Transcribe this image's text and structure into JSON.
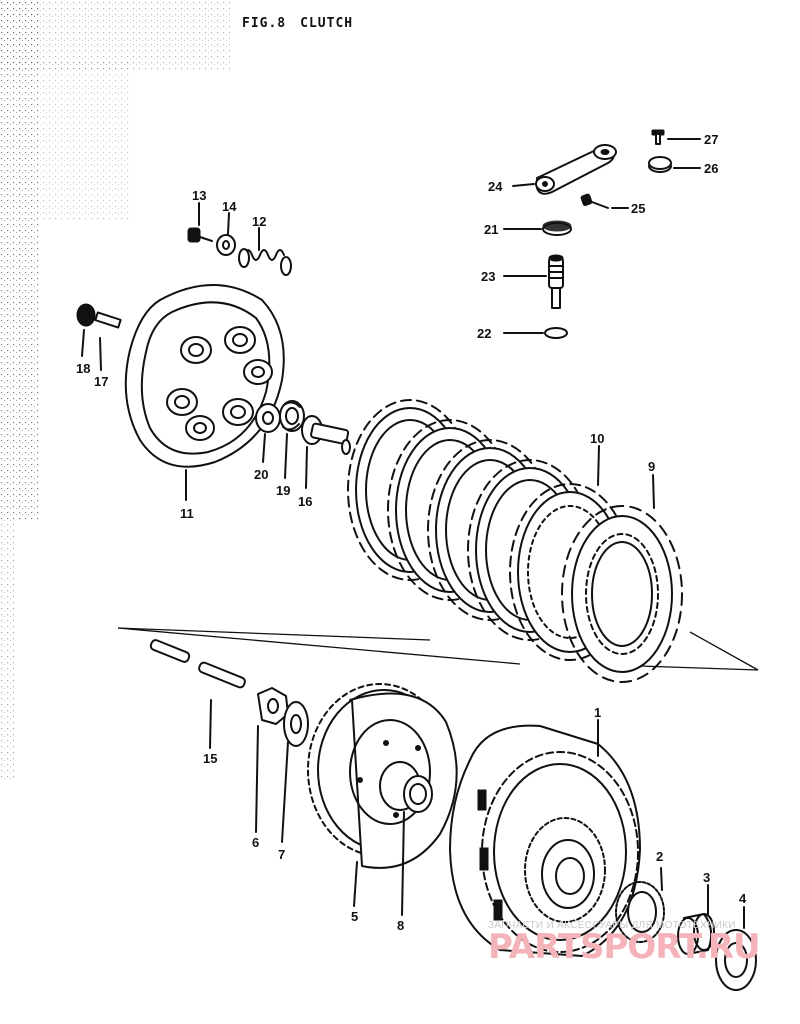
{
  "figure": {
    "title_fig": "FIG.8",
    "title_name": "CLUTCH"
  },
  "callouts": {
    "n1": "1",
    "n2": "2",
    "n3": "3",
    "n4": "4",
    "n5": "5",
    "n6": "6",
    "n7": "7",
    "n8": "8",
    "n9": "9",
    "n10": "10",
    "n11": "11",
    "n12": "12",
    "n13": "13",
    "n14": "14",
    "n15": "15",
    "n16": "16",
    "n17": "17",
    "n18": "18",
    "n19": "19",
    "n20": "20",
    "n21": "21",
    "n22": "22",
    "n23": "23",
    "n24": "24",
    "n25": "25",
    "n26": "26",
    "n27": "27"
  },
  "watermark": {
    "tagline": "ЗАПЧАСТИ И АКСЕССУАРЫ ДЛЯ МОТОТЕХНИКИ",
    "brand": "PARTSPORT.RU"
  },
  "colors": {
    "ink": "#111111",
    "paper": "#ffffff",
    "watermark_brand": "#f3b3b8",
    "watermark_tagline": "#c9c9c9"
  }
}
